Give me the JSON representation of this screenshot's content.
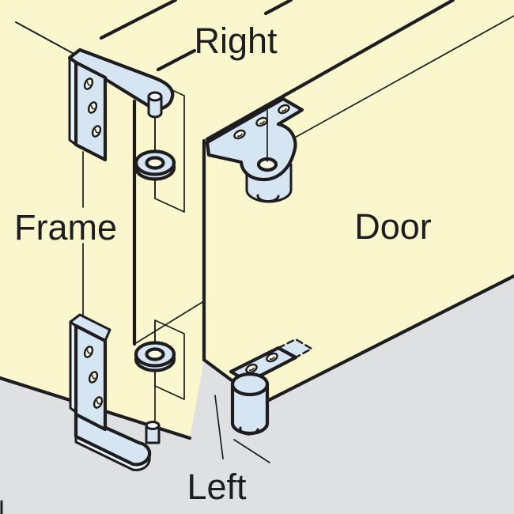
{
  "labels": {
    "top": "Right",
    "left": "Frame",
    "right": "Door",
    "bottom": "Left"
  },
  "colors": {
    "background": "#FAF6CD",
    "floor": "#DFE0E2",
    "metal": "#D6E5F2",
    "metal_light": "#EDF4FB",
    "hole_fill": "#FCFAE3",
    "line": "#1D1D1F"
  }
}
